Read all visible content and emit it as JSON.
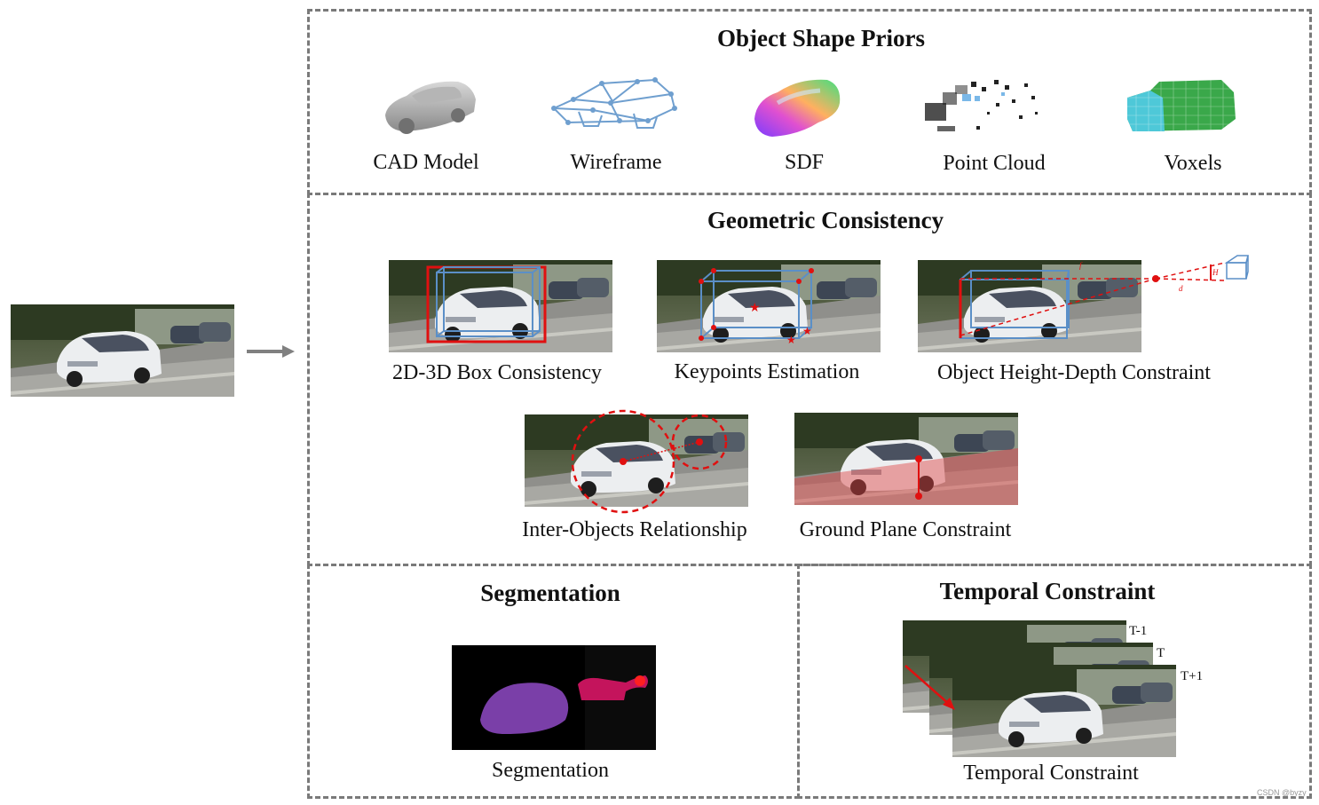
{
  "sections": {
    "shape_priors": {
      "title": "Object Shape Priors",
      "items": [
        "CAD Model",
        "Wireframe",
        "SDF",
        "Point Cloud",
        "Voxels"
      ]
    },
    "geometric": {
      "title": "Geometric Consistency",
      "items": [
        "2D-3D Box Consistency",
        "Keypoints Estimation",
        "Object Height-Depth Constraint",
        "Inter-Objects Relationship",
        "Ground Plane Constraint"
      ],
      "height_depth_labels": {
        "f": "f",
        "h": "h",
        "H": "H",
        "d": "d"
      }
    },
    "segmentation": {
      "title": "Segmentation",
      "caption": "Segmentation"
    },
    "temporal": {
      "title": "Temporal Constraint",
      "caption": "Temporal Constraint",
      "frames": [
        "T-1",
        "T",
        "T+1"
      ]
    }
  },
  "watermark": "CSDN @byzy",
  "colors": {
    "dash": "#7a7a7a",
    "accent_red": "#e01010",
    "box_blue": "#5b8fc7",
    "arrow_gray": "#808080"
  }
}
